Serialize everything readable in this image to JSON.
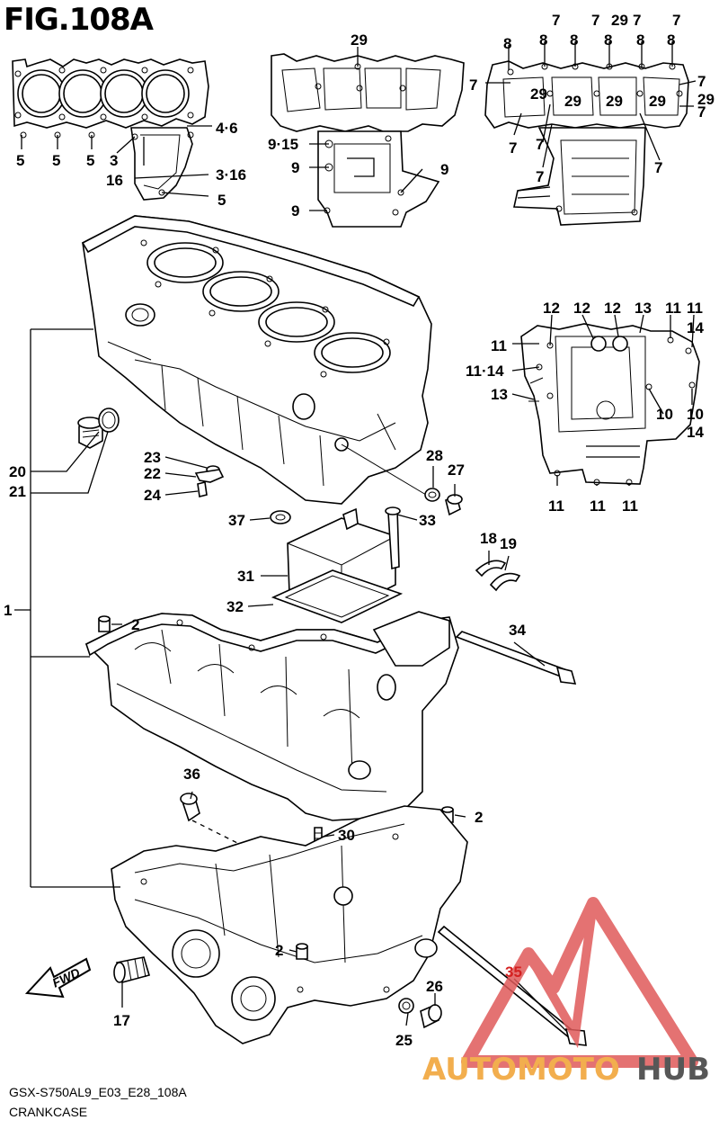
{
  "figure": {
    "title": "FIG.108A",
    "code": "GSX-S750AL9_E03_E28_108A",
    "name": "CRANKCASE",
    "fwd_label": "FWD"
  },
  "watermark": {
    "part1": "AUTOMOTO",
    "part2": "HUB",
    "color_main": "#e05a5a",
    "color_accent": "#f0a030",
    "color_dark": "#3a3a3a"
  },
  "callouts": [
    {
      "id": "c-8a",
      "text": "8"
    },
    {
      "id": "c-8b",
      "text": "8"
    },
    {
      "id": "c-8c",
      "text": "8"
    },
    {
      "id": "c-8d",
      "text": "8"
    },
    {
      "id": "c-8e",
      "text": "8"
    },
    {
      "id": "c-8f",
      "text": "8"
    },
    {
      "id": "c-7a",
      "text": "7"
    },
    {
      "id": "c-7b",
      "text": "7"
    },
    {
      "id": "c-7c",
      "text": "7"
    },
    {
      "id": "c-7d",
      "text": "7"
    },
    {
      "id": "c-29a",
      "text": "29"
    },
    {
      "id": "c-7e",
      "text": "7"
    },
    {
      "id": "c-7f",
      "text": "7"
    },
    {
      "id": "c-7g",
      "text": "7"
    },
    {
      "id": "c-7h",
      "text": "7"
    },
    {
      "id": "c-7i",
      "text": "7"
    },
    {
      "id": "c-7j",
      "text": "7"
    },
    {
      "id": "c-7k",
      "text": "7"
    },
    {
      "id": "c-29b",
      "text": "29"
    },
    {
      "id": "c-29c",
      "text": "29"
    },
    {
      "id": "c-29d",
      "text": "29"
    },
    {
      "id": "c-29e",
      "text": "29"
    },
    {
      "id": "c-29f",
      "text": "29"
    },
    {
      "id": "c-29g",
      "text": "29"
    },
    {
      "id": "c-46",
      "text": "4·6"
    },
    {
      "id": "c-5a",
      "text": "5"
    },
    {
      "id": "c-5b",
      "text": "5"
    },
    {
      "id": "c-5c",
      "text": "5"
    },
    {
      "id": "c-3",
      "text": "3"
    },
    {
      "id": "c-16",
      "text": "16"
    },
    {
      "id": "c-316",
      "text": "3·16"
    },
    {
      "id": "c-5d",
      "text": "5"
    },
    {
      "id": "c-915",
      "text": "9·15"
    },
    {
      "id": "c-9a",
      "text": "9"
    },
    {
      "id": "c-9b",
      "text": "9"
    },
    {
      "id": "c-9c",
      "text": "9"
    },
    {
      "id": "c-12a",
      "text": "12"
    },
    {
      "id": "c-12b",
      "text": "12"
    },
    {
      "id": "c-12c",
      "text": "12"
    },
    {
      "id": "c-13a",
      "text": "13"
    },
    {
      "id": "c-11a",
      "text": "11"
    },
    {
      "id": "c-11b",
      "text": "11"
    },
    {
      "id": "c-14a",
      "text": "14"
    },
    {
      "id": "c-11c",
      "text": "11"
    },
    {
      "id": "c-1114",
      "text": "11·14"
    },
    {
      "id": "c-13b",
      "text": "13"
    },
    {
      "id": "c-10a",
      "text": "10"
    },
    {
      "id": "c-10b",
      "text": "10"
    },
    {
      "id": "c-14b",
      "text": "14"
    },
    {
      "id": "c-11d",
      "text": "11"
    },
    {
      "id": "c-11e",
      "text": "11"
    },
    {
      "id": "c-11f",
      "text": "11"
    },
    {
      "id": "c-20",
      "text": "20"
    },
    {
      "id": "c-21",
      "text": "21"
    },
    {
      "id": "c-1",
      "text": "1"
    },
    {
      "id": "c-23",
      "text": "23"
    },
    {
      "id": "c-22",
      "text": "22"
    },
    {
      "id": "c-24",
      "text": "24"
    },
    {
      "id": "c-28",
      "text": "28"
    },
    {
      "id": "c-27",
      "text": "27"
    },
    {
      "id": "c-37",
      "text": "37"
    },
    {
      "id": "c-33",
      "text": "33"
    },
    {
      "id": "c-18",
      "text": "18"
    },
    {
      "id": "c-19",
      "text": "19"
    },
    {
      "id": "c-31",
      "text": "31"
    },
    {
      "id": "c-32",
      "text": "32"
    },
    {
      "id": "c-2a",
      "text": "2"
    },
    {
      "id": "c-34",
      "text": "34"
    },
    {
      "id": "c-36",
      "text": "36"
    },
    {
      "id": "c-2b",
      "text": "2"
    },
    {
      "id": "c-30",
      "text": "30"
    },
    {
      "id": "c-2c",
      "text": "2"
    },
    {
      "id": "c-35",
      "text": "35"
    },
    {
      "id": "c-26",
      "text": "26"
    },
    {
      "id": "c-17",
      "text": "17"
    },
    {
      "id": "c-25",
      "text": "25"
    }
  ]
}
